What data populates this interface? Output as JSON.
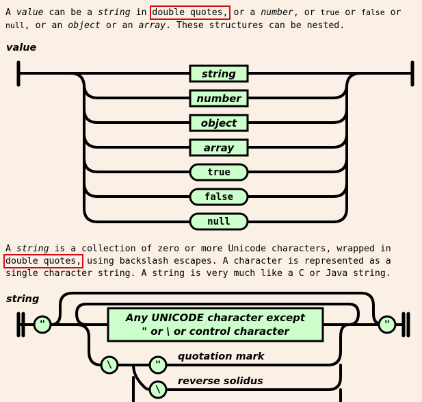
{
  "intro_value": {
    "t1": "A ",
    "value": "value",
    "t2": " can be a ",
    "string": "string",
    "t3": " in ",
    "double_quotes": "double quotes,",
    "t4": " or a ",
    "number": "number",
    "t5": ", or ",
    "true": "true",
    "t6": " or ",
    "false": "false",
    "t7": " or ",
    "null": "null",
    "t8": ", or an ",
    "object": "object",
    "t9": " or an ",
    "array": "array",
    "t10": ". These structures can be nested."
  },
  "value_heading": "value",
  "value_diagram": {
    "options": [
      "string",
      "number",
      "object",
      "array",
      "true",
      "false",
      "null"
    ]
  },
  "intro_string": {
    "t1": "A ",
    "string": "string",
    "t2": " is a collection of zero or more Unicode characters, wrapped in ",
    "double_quotes": "double quotes,",
    "t3": " using backslash escapes. A character is represented as a single character string. A string is very much like a C or Java string."
  },
  "string_heading": "string",
  "string_diagram": {
    "quote": "\"",
    "backslash": "\\",
    "box_line1": "Any UNICODE character except",
    "box_line2": "\"  or  \\  or control character",
    "escapes": [
      {
        "char": "\"",
        "label": "quotation mark"
      },
      {
        "char": "\\",
        "label": "reverse solidus"
      }
    ]
  },
  "colors": {
    "background": "#faf0e6",
    "box_fill": "#ccffcc",
    "highlight": "#d01010"
  }
}
